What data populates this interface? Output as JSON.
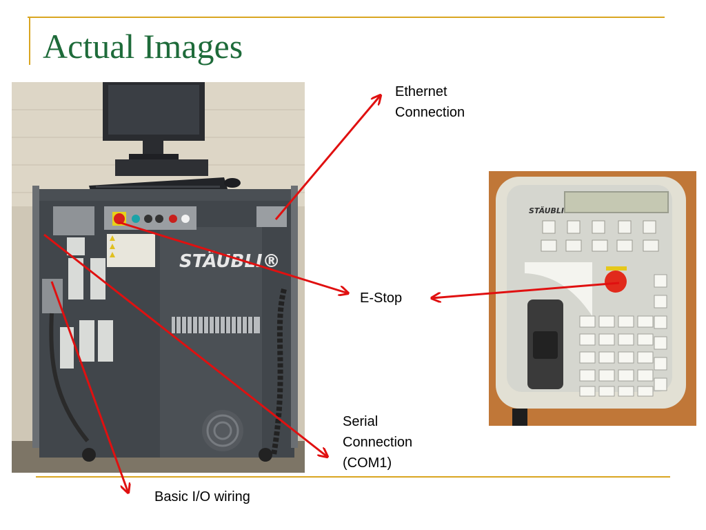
{
  "slide": {
    "title": "Actual Images",
    "accent_color": "#d9a520",
    "title_color": "#1e6b3a",
    "arrow_color": "#e01010"
  },
  "callouts": {
    "ethernet": "Ethernet\nConnection",
    "estop": "E-Stop",
    "serial": "Serial\nConnection\n(COM1)",
    "basic_io": "Basic I/O wiring"
  },
  "images": {
    "controller_brand": "STÄUBLI®",
    "pendant_brand": "STÄUBLI"
  }
}
